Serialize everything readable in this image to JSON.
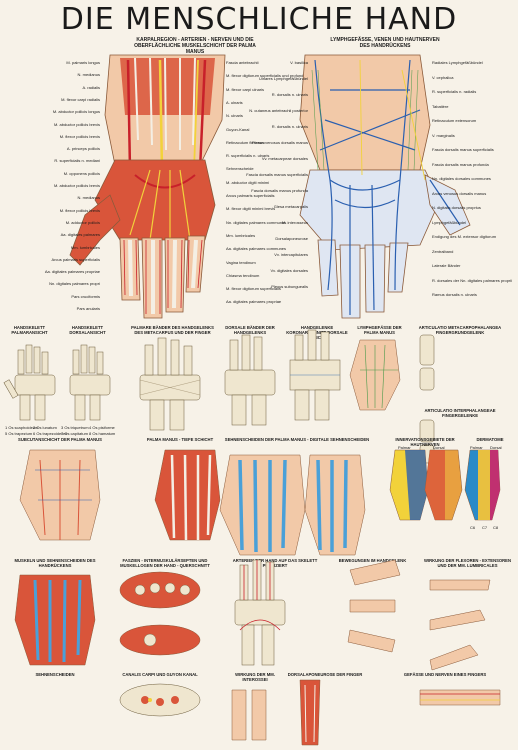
{
  "title": "DIE MENSCHLICHE HAND",
  "sections": {
    "palmar_title": "KARPALREGION - ARTERIEN - NERVEN UND DIE OBERFLÄCHLICHE MUSKELSCHICHT DER PALMA MANUS",
    "dorsal_title": "LYMPHGEFÄSSE, VENEN UND HAUTNERVEN DES HANDRÜCKENS"
  },
  "palmar_left_labels": [
    "M. palmaris longus",
    "N. medianus",
    "A. radialis",
    "M. flexor carpi radialis",
    "M. abductor pollicis longus",
    "M. abductor pollicis brevis",
    "M. flexor pollicis brevis",
    "A. princeps pollicis",
    "R. superficialis n. mediani",
    "M. opponens pollicis",
    "M. abductor pollicis brevis",
    "N. medianus",
    "M. flexor pollicis brevis",
    "M. adductor pollicis",
    "Aa. digitales palmares",
    "Mm. lumbricales",
    "Arcus palmaris superficialis",
    "Aa. digitales palmares propriae",
    "Nn. digitales palmares propri",
    "Pars cruciformis",
    "Pars anularis"
  ],
  "palmar_right_labels": [
    "Fascia antebrachii",
    "M. flexor digitorum superficialis und profundus",
    "M. flexor carpi ulnaris",
    "A. ulnaris",
    "N. ulnaris",
    "Guyon-Kanal",
    "Retinaculum flexorum",
    "R. superficialis n. ulnaris",
    "Sehnenscheide",
    "M. abductor digiti minimi",
    "Arcus palmaris superficialis",
    "M. flexor digiti minimi brevis",
    "Nn. digitales palmares communes",
    "Mm. lumbricales",
    "Aa. digitales palmares communes",
    "Vagina tendinum",
    "Chiasma tendinum",
    "M. flexor digitorum superficialis",
    "Aa. digitales palmares propriae"
  ],
  "dorsal_left_labels": [
    "V. basilica",
    "Ulnares Lymphgefäßbündel",
    "R. dorsalis n. ulnaris",
    "N. cutaneus antebrachii posterior",
    "R. dorsalis n. ulnaris",
    "Plexus venosus dorsalis manus",
    "Vv. metacarpeae dorsales",
    "Fascia dorsalis manus superficialis",
    "Fascia dorsalis manus profunda",
    "Glesa metacarpalis",
    "M. interosseus",
    "Dorsalaponeurose",
    "Vv. intercapitulares",
    "Vv. digitales dorsales",
    "Plexus subunguealis"
  ],
  "dorsal_right_labels": [
    "Radiales Lymphgefäßbündel",
    "V. cephalica",
    "R. superficialis n. radialis",
    "Tabatière",
    "Retinaculum extensorum",
    "V. marginalis",
    "Fascia dorsalis manus superficialis",
    "Fascia dorsalis manus profunda",
    "Nn. digitales dorsales communes",
    "Arcus venosus dorsalis manus",
    "N. digitalis dorsalis proprius",
    "Lymphgefäßbündel",
    "Endigung des M. extensor digitorum",
    "Zentralband",
    "Laterale Bänder",
    "R. dorsales der Nn. digitales palmares proprii",
    "Ramus dorsalis n. ulnaris"
  ],
  "row2_panels": [
    "HANDSKELETT PALMARANSICHT",
    "HANDSKELETT DORSALANSICHT",
    "PALMARE BÄNDER DES HANDGELENKS DES METACARPUS UND DER FINGER",
    "DORSALE BÄNDER DER HANDGELENKS",
    "HANDGELENKE Koronarschnitt Dorsale Ansicht",
    "LYMPHGEFÄSSE DER PALMA MANUS",
    "ARTICULATIO METACARPOPHALANGEA FINGERGRUNDGELENK"
  ],
  "row2b_panels": [
    "ARTICULATIO INTERPHALANGEAE FINGERGELENKE"
  ],
  "row3_panels": [
    "SUBCUTANSCHICHT DER PALMA MANUS",
    "PALMA MANUS - TIEFE SCHICHT",
    "SEHNENSCHEIDEN DER PALMA MANUS - DIGITALE SEHNENSCHEIDEN",
    "INNERVATIONSGEBIETE DER HAUTNERVEN",
    "DERMATOME"
  ],
  "row3_sub": [
    "Palmar",
    "Dorsal",
    "Palmar",
    "Dorsal"
  ],
  "row4_panels": [
    "MUSKELN UND SEHNENSCHEIDEN DES HANDRÜCKENS",
    "FASZIEN - INTERMUSKULÄRSEPTEN UND MUSKELLOGEN DER HAND - QUERSCHNITT",
    "ARTERIEN DER HAND AUF DAS SKELETT PROJIZIERT",
    "BEWEGUNGEN IM HANDGELENK",
    "WIRKUNG DER FLEXOREN - EXTENSOREN UND DER Mm. LUMBRICALES"
  ],
  "row5_panels": [
    "CANALIS CARPI UND GUYON KANAL",
    "SEHNENSCHEIDEN",
    "WIRKUNG DER Mm. INTEROSSEI",
    "DORSALAPONEUROSE DER FINGER",
    "GEFÄSSE UND NERVEN EINES FINGERS"
  ],
  "row2_numbered": [
    "1 Os scaphoideum",
    "2 Os lunatum",
    "3 Os triquetrum",
    "4 Os pisiforme",
    "5 Os trapezium",
    "6 Os trapezoideum",
    "7 Os capitatum",
    "8 Os hamatum"
  ],
  "dermatome_labels": [
    "C6",
    "C7",
    "C8"
  ],
  "colors": {
    "skin": "#f2c9a8",
    "muscle": "#d9553a",
    "artery": "#c8202a",
    "nerve": "#f2d23a",
    "vein": "#2a5fb0",
    "bone": "#efe6cf",
    "tendon": "#f4efe4",
    "lymph": "#4a9a4a"
  }
}
